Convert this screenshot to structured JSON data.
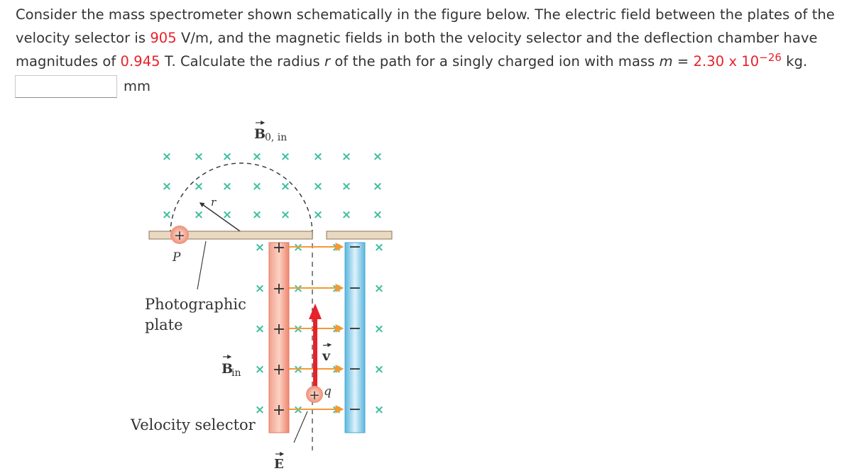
{
  "question": {
    "part1": "Consider the mass spectrometer shown schematically in the figure below. The electric field between the plates of the velocity selector is ",
    "e_field": "905",
    "part2": " V/m, and the magnetic fields in both the velocity selector and the deflection chamber have magnitudes of ",
    "b_field": "0.945",
    "part3": " T. Calculate the radius ",
    "r_var": "r",
    "part4": " of the path for a singly charged ion with mass ",
    "m_var": "m",
    "part5": " = ",
    "mass_mantissa": "2.30 x 10",
    "mass_exponent": "−26",
    "part6": " kg."
  },
  "answer": {
    "value": "",
    "unit": "mm"
  },
  "figure": {
    "b0_label": "B",
    "b0_sub": "0, in",
    "r_label": "r",
    "p_label": "P",
    "plate_line1": "Photographic",
    "plate_line2": "plate",
    "bin_label": "B",
    "bin_sub": "in",
    "selector_label": "Velocity selector",
    "v_label": "v",
    "q_label": "q",
    "e_label": "E",
    "plus_sign": "+",
    "minus_sign": "−",
    "cross_sign": "×",
    "colors": {
      "cross": "#3fbf9f",
      "positive_plate": "#f08f7a",
      "negative_plate": "#6ec3e6",
      "velocity_arrow": "#e8212a",
      "field_arrow": "#f39a33",
      "plate_tan": "#ead9c2"
    }
  }
}
